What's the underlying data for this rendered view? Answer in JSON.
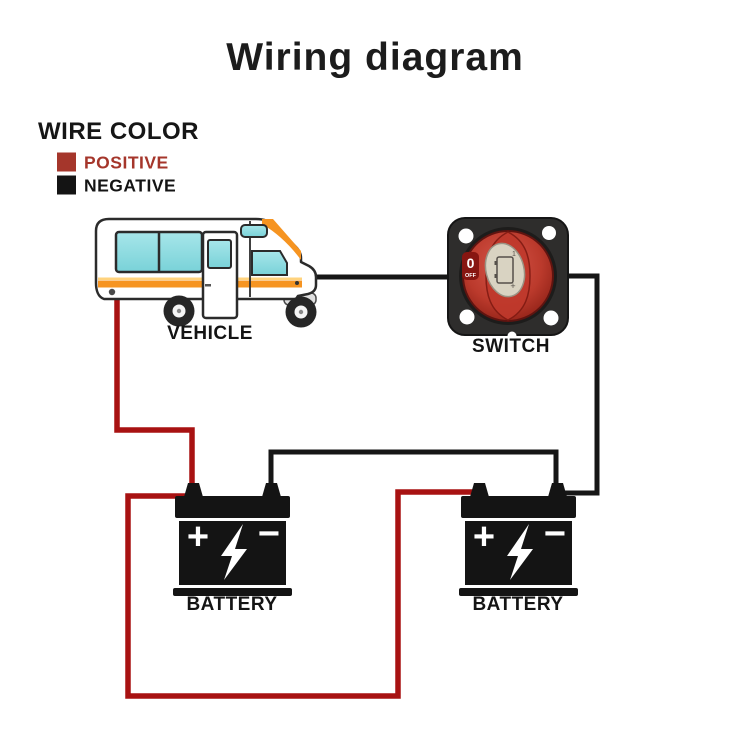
{
  "title": "Wiring diagram",
  "legend": {
    "heading": "WIRE COLOR",
    "positive": {
      "label": "POSITIVE",
      "color": "#a5362b"
    },
    "negative": {
      "label": "NEGATIVE",
      "color": "#141414"
    }
  },
  "wires": {
    "positive_color": "#a81212",
    "negative_color": "#161616"
  },
  "vehicle": {
    "label": "VEHICLE"
  },
  "switch": {
    "label": "SWITCH",
    "marking_zero": "0",
    "marking_off": "OFF",
    "knob_marking_one": "1",
    "knob_marking_plus": "+"
  },
  "batteries": [
    {
      "label": "BATTERY",
      "plus": "+",
      "minus": "−"
    },
    {
      "label": "BATTERY",
      "plus": "+",
      "minus": "−"
    }
  ]
}
